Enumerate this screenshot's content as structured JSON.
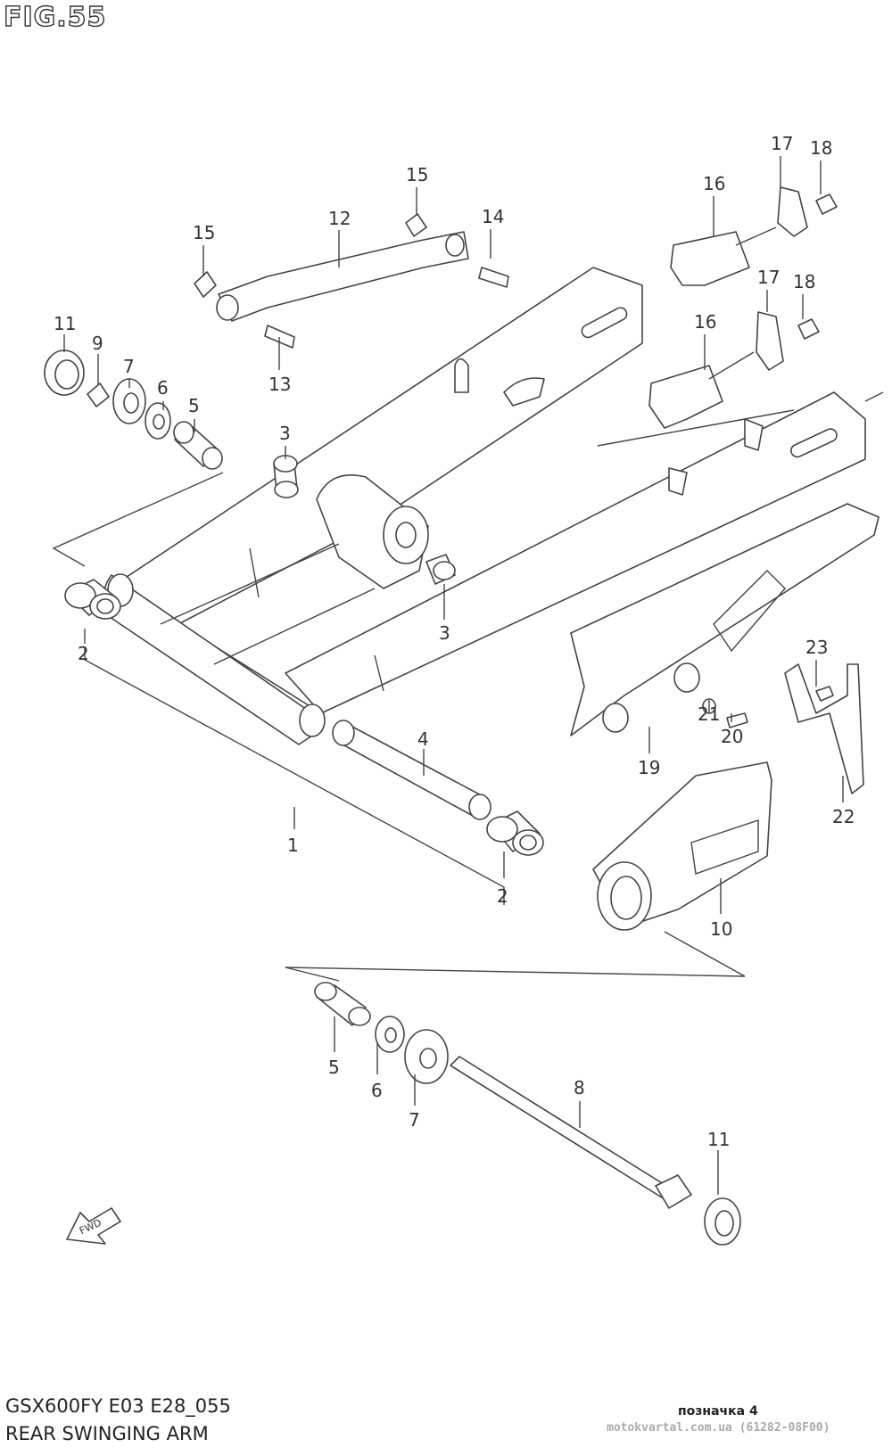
{
  "figure": {
    "title": "FIG.55",
    "model_code": "GSX600FY E03 E28_055",
    "name": "REAR SWINGING ARM",
    "mark_label": "позначка 4",
    "site_text": "motokvartal.com.ua (61282-08F00)",
    "fwd_label": "FWD"
  },
  "callouts": [
    {
      "id": "c1",
      "label": "1"
    },
    {
      "id": "c2a",
      "label": "2"
    },
    {
      "id": "c2b",
      "label": "2"
    },
    {
      "id": "c3a",
      "label": "3"
    },
    {
      "id": "c3b",
      "label": "3"
    },
    {
      "id": "c4",
      "label": "4"
    },
    {
      "id": "c5a",
      "label": "5"
    },
    {
      "id": "c5b",
      "label": "5"
    },
    {
      "id": "c6a",
      "label": "6"
    },
    {
      "id": "c6b",
      "label": "6"
    },
    {
      "id": "c7a",
      "label": "7"
    },
    {
      "id": "c7b",
      "label": "7"
    },
    {
      "id": "c8",
      "label": "8"
    },
    {
      "id": "c9",
      "label": "9"
    },
    {
      "id": "c10",
      "label": "10"
    },
    {
      "id": "c11a",
      "label": "11"
    },
    {
      "id": "c11b",
      "label": "11"
    },
    {
      "id": "c12",
      "label": "12"
    },
    {
      "id": "c13",
      "label": "13"
    },
    {
      "id": "c14",
      "label": "14"
    },
    {
      "id": "c15a",
      "label": "15"
    },
    {
      "id": "c15b",
      "label": "15"
    },
    {
      "id": "c16a",
      "label": "16"
    },
    {
      "id": "c16b",
      "label": "16"
    },
    {
      "id": "c17a",
      "label": "17"
    },
    {
      "id": "c17b",
      "label": "17"
    },
    {
      "id": "c18a",
      "label": "18"
    },
    {
      "id": "c18b",
      "label": "18"
    },
    {
      "id": "c19",
      "label": "19"
    },
    {
      "id": "c20",
      "label": "20"
    },
    {
      "id": "c21",
      "label": "21"
    },
    {
      "id": "c22",
      "label": "22"
    },
    {
      "id": "c23",
      "label": "23"
    }
  ]
}
